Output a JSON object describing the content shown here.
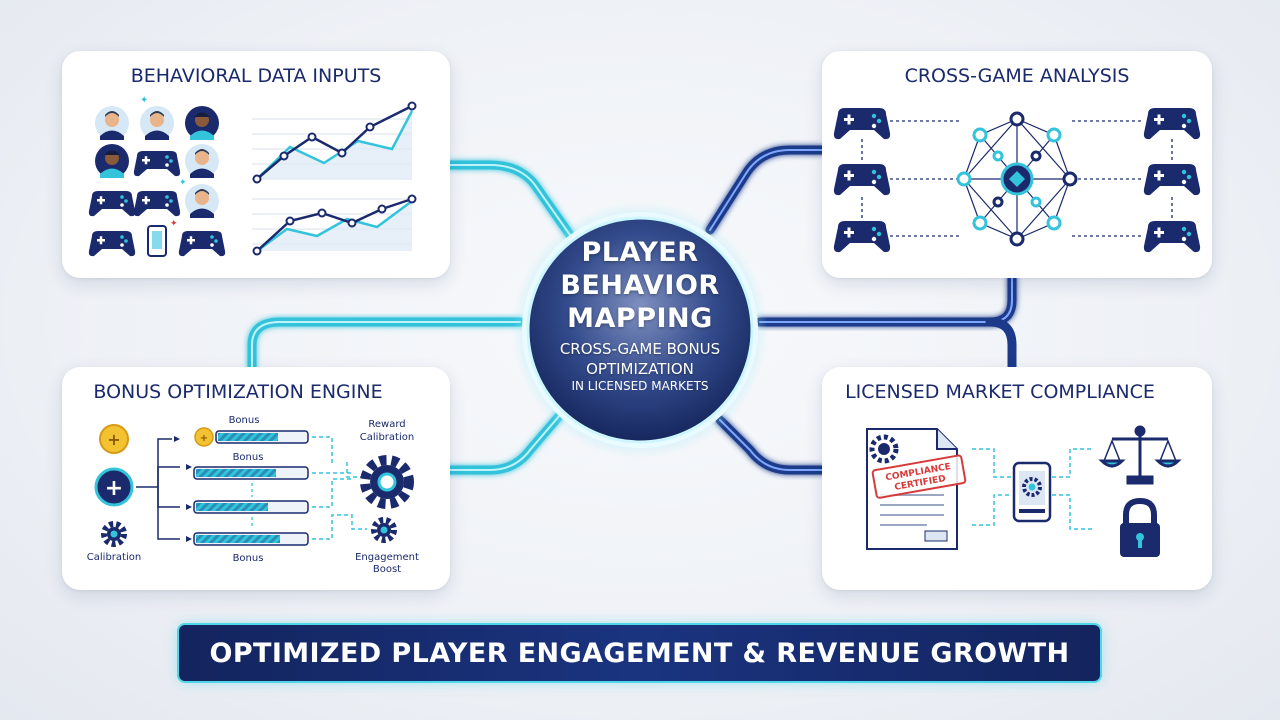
{
  "hub": {
    "title": "PLAYER\nBEHAVIOR\nMAPPING",
    "subtitle": "CROSS-GAME BONUS\nOPTIMIZATION",
    "subtitle_line3": "IN LICENSED MARKETS"
  },
  "panels": {
    "behavioral": {
      "title": "BEHAVIORAL DATA INPUTS"
    },
    "crossgame": {
      "title": "CROSS-GAME ANALYSIS"
    },
    "bonus": {
      "title": "BONUS OPTIMIZATION ENGINE",
      "labels": {
        "bonus_top": "Bonus",
        "bonus_mid": "Bonus",
        "bonus_bottom": "Bonus",
        "reward_line1": "Reward",
        "reward_line2": "Calibration",
        "calibration": "Calibration",
        "engagement_line1": "Engagement",
        "engagement_line2": "Boost"
      }
    },
    "compliance": {
      "title": "LICENSED MARKET COMPLIANCE",
      "stamp_line1": "COMPLIANCE",
      "stamp_line2": "CERTIFIED"
    }
  },
  "banner": {
    "text": "OPTIMIZED PLAYER ENGAGEMENT & REVENUE GROWTH"
  },
  "colors": {
    "navy": "#1a2a6c",
    "cyan": "#33c3db",
    "connector_navy": "#1d3a8a",
    "stamp_red": "#d63a3a"
  },
  "icons": [
    "person-avatar-icon",
    "gamepad-icon",
    "smartphone-icon",
    "network-node-icon",
    "coin-plus-icon",
    "gear-icon",
    "document-icon",
    "scales-icon",
    "padlock-icon",
    "line-chart-icon"
  ]
}
